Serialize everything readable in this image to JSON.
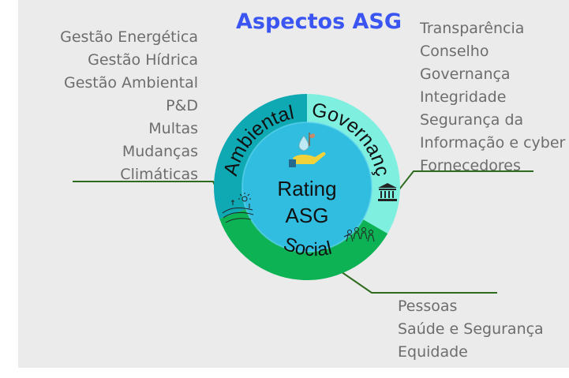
{
  "title": "Aspectos ASG",
  "center": {
    "line1": "Rating",
    "line2": "ASG"
  },
  "segments": {
    "environmental": {
      "label": "Ambiental",
      "color": "#0fa9b3"
    },
    "governance": {
      "label": "Governança",
      "color": "#7ff0e0"
    },
    "social": {
      "label": "Social",
      "color": "#0db255"
    }
  },
  "environmental_items": [
    "Gestão Energética",
    "Gestão Hídrica",
    "Gestão Ambiental",
    "P&D",
    "Multas",
    "Mudanças",
    "Climáticas"
  ],
  "governance_items": [
    "Transparência",
    "Conselho",
    "Governança",
    "Integridade",
    "Segurança da",
    "Informação e cyber",
    "Fornecedores"
  ],
  "social_items": [
    "Pessoas",
    "Saúde e Segurança",
    "Equidade"
  ],
  "icons": [
    "sustainability-hand-icon",
    "landscape-icon",
    "building-icon",
    "people-icon"
  ],
  "colors": {
    "title": "#3b55f2",
    "connector": "#2e6b1f",
    "text": "#6d6d6d",
    "center": "#30bde0"
  }
}
